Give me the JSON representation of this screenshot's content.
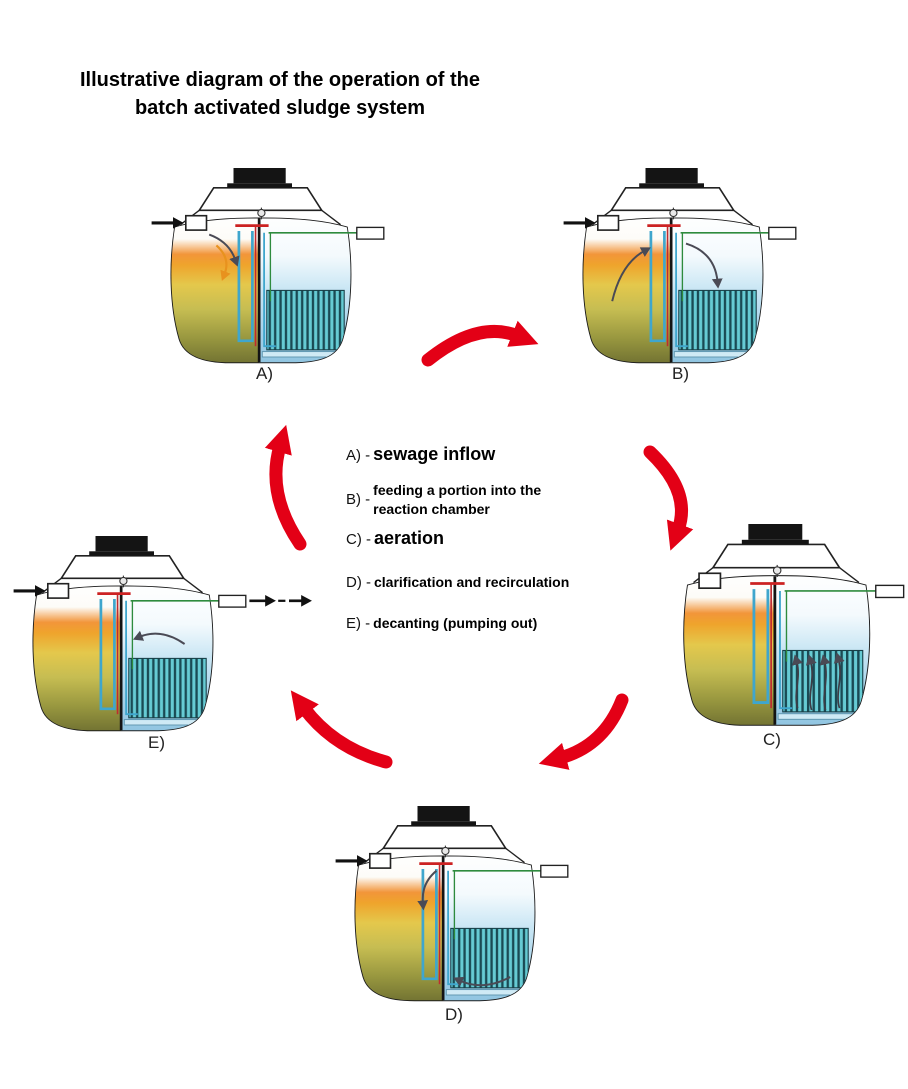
{
  "title": {
    "line1": "Illustrative diagram of the operation of the",
    "line2": "batch activated sludge system"
  },
  "tanks": {
    "a": {
      "label": "A)"
    },
    "b": {
      "label": "B)"
    },
    "c": {
      "label": "C)"
    },
    "d": {
      "label": "D)"
    },
    "e": {
      "label": "E)"
    }
  },
  "legend": {
    "items": [
      {
        "key": "A) -",
        "label": "sewage inflow"
      },
      {
        "key": "B) -",
        "line1": "feeding a portion into the",
        "line2": "reaction chamber"
      },
      {
        "key": "C) -",
        "label": "aeration"
      },
      {
        "key": "D) -",
        "label": "clarification and recirculation"
      },
      {
        "key": "E) -",
        "label": "decanting (pumping out)"
      }
    ]
  },
  "cycle_order": [
    "A)",
    "B)",
    "C)",
    "D)",
    "E)"
  ],
  "colors": {
    "cycle_arrow_red": "#e30016",
    "sludge_orange": "#f0921e",
    "sludge_olive": "#6e6f31",
    "water_blue": "#a5d2ea",
    "aeration_teal": "#66cbd4",
    "pipe_blue": "#3fa6cd",
    "pipe_red": "#cc2222",
    "sensor_green": "#2e8b3e"
  }
}
